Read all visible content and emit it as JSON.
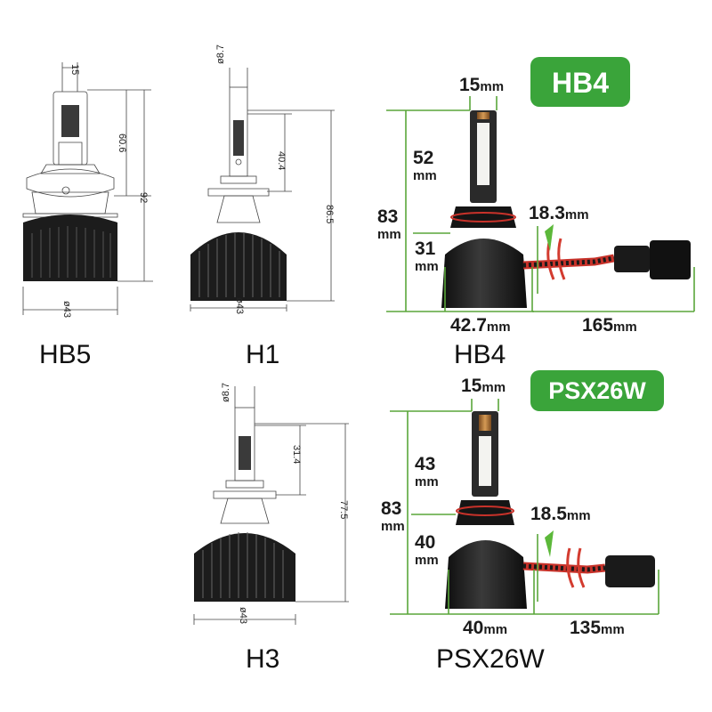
{
  "models": {
    "hb5": "HB5",
    "h1": "H1",
    "hb4": "HB4",
    "h3": "H3",
    "psx26w": "PSX26W"
  },
  "badges": {
    "hb4": "HB4",
    "psx26w": "PSX26W"
  },
  "hb5_dims": {
    "top": "15",
    "chip": "60.6",
    "total": "92",
    "dia": "ø43"
  },
  "h1_dims": {
    "top": "ø8.7",
    "chip": "40.4",
    "total": "86.5",
    "dia": "ø43"
  },
  "h3_dims": {
    "top": "ø8.7",
    "chip": "31.4",
    "total": "77.5",
    "dia": "ø43"
  },
  "hb4_dims": {
    "width_num": "15",
    "width_unit": "mm",
    "chip_num": "52",
    "chip_unit": "mm",
    "total_num": "83",
    "total_unit": "mm",
    "base_num": "31",
    "base_unit": "mm",
    "cable_num": "18.3",
    "cable_unit": "mm",
    "dia_num": "42.7",
    "dia_unit": "mm",
    "length_num": "165",
    "length_unit": "mm"
  },
  "psx_dims": {
    "width_num": "15",
    "width_unit": "mm",
    "chip_num": "43",
    "chip_unit": "mm",
    "total_num": "83",
    "total_unit": "mm",
    "base_num": "40",
    "base_unit": "mm",
    "cable_num": "18.5",
    "cable_unit": "mm",
    "dia_num": "40",
    "dia_unit": "mm",
    "length_num": "135",
    "length_unit": "mm"
  },
  "colors": {
    "badge_green": "#3aa43a",
    "dim_green": "#5aa63a",
    "cable_red": "#c8322a",
    "bulb_black": "#1a1a1a"
  }
}
